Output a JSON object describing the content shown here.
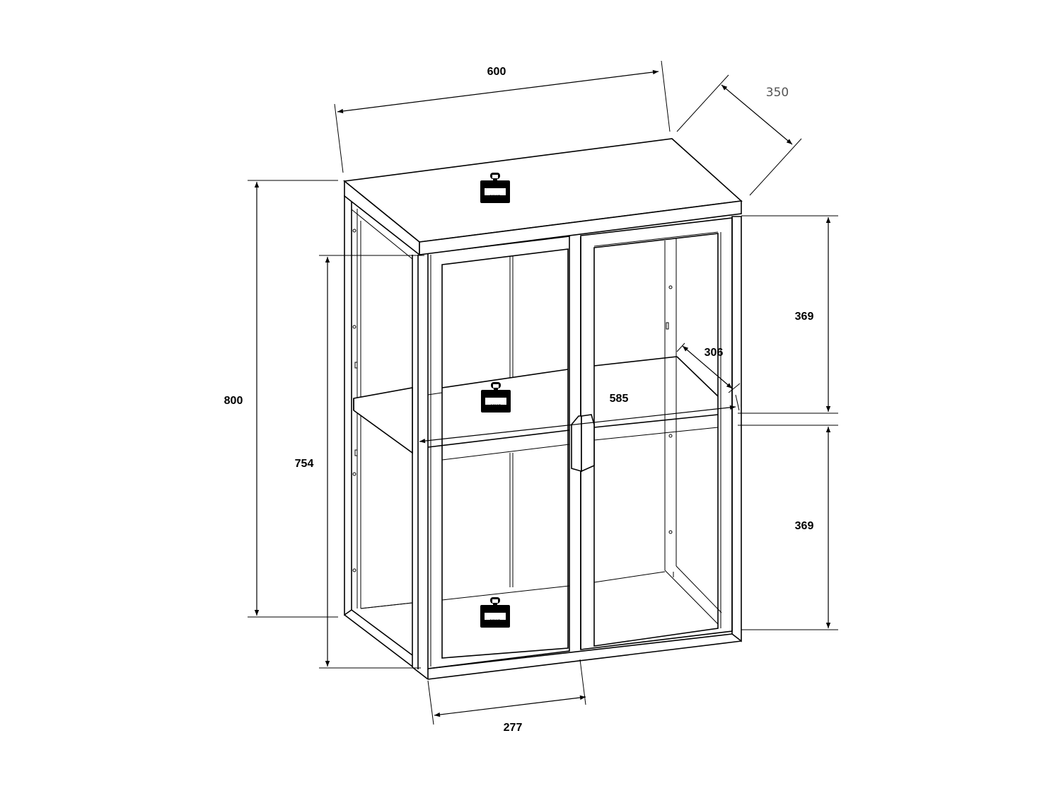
{
  "dimensions": {
    "width": "600",
    "depth": "350",
    "height": "800",
    "inner_height": "754",
    "door_width": "277",
    "shelf_width": "585",
    "shelf_depth": "306",
    "upper_compartment": "369",
    "lower_compartment": "369"
  },
  "load_labels": {
    "top": "20KG",
    "shelf": "10KG",
    "bottom": "20KG"
  },
  "icons": {
    "weight": "weight-icon"
  }
}
